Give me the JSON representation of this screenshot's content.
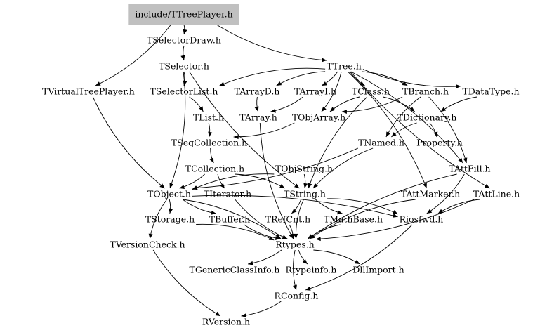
{
  "colors": {
    "root_fill": "#c0c0c0",
    "edge": "#000000",
    "background": "#ffffff"
  },
  "nodes": [
    {
      "id": "TTreePlayer",
      "label": "include/TTreePlayer.h",
      "root": true
    },
    {
      "id": "TSelectorDraw",
      "label": "TSelectorDraw.h"
    },
    {
      "id": "TSelector",
      "label": "TSelector.h"
    },
    {
      "id": "TTree",
      "label": "TTree.h"
    },
    {
      "id": "TVirtualTreePlayer",
      "label": "TVirtualTreePlayer.h"
    },
    {
      "id": "TSelectorList",
      "label": "TSelectorList.h"
    },
    {
      "id": "TArrayD",
      "label": "TArrayD.h"
    },
    {
      "id": "TArrayI",
      "label": "TArrayI.h"
    },
    {
      "id": "TClass",
      "label": "TClass.h"
    },
    {
      "id": "TBranch",
      "label": "TBranch.h"
    },
    {
      "id": "TDataType",
      "label": "TDataType.h"
    },
    {
      "id": "TList",
      "label": "TList.h"
    },
    {
      "id": "TArray",
      "label": "TArray.h"
    },
    {
      "id": "TObjArray",
      "label": "TObjArray.h"
    },
    {
      "id": "TDictionary",
      "label": "TDictionary.h"
    },
    {
      "id": "TSeqCollection",
      "label": "TSeqCollection.h"
    },
    {
      "id": "TNamed",
      "label": "TNamed.h"
    },
    {
      "id": "Property",
      "label": "Property.h"
    },
    {
      "id": "TCollection",
      "label": "TCollection.h"
    },
    {
      "id": "TObjString",
      "label": "TObjString.h"
    },
    {
      "id": "TAttFill",
      "label": "TAttFill.h"
    },
    {
      "id": "TObject",
      "label": "TObject.h"
    },
    {
      "id": "TIterator",
      "label": "TIterator.h"
    },
    {
      "id": "TString",
      "label": "TString.h"
    },
    {
      "id": "TAttMarker",
      "label": "TAttMarker.h"
    },
    {
      "id": "TAttLine",
      "label": "TAttLine.h"
    },
    {
      "id": "TStorage",
      "label": "TStorage.h"
    },
    {
      "id": "TBuffer",
      "label": "TBuffer.h"
    },
    {
      "id": "TRefCnt",
      "label": "TRefCnt.h"
    },
    {
      "id": "TMathBase",
      "label": "TMathBase.h"
    },
    {
      "id": "Riosfwd",
      "label": "Riosfwd.h"
    },
    {
      "id": "TVersionCheck",
      "label": "TVersionCheck.h"
    },
    {
      "id": "Rtypes",
      "label": "Rtypes.h"
    },
    {
      "id": "TGenericClassInfo",
      "label": "TGenericClassInfo.h"
    },
    {
      "id": "Rtypeinfo",
      "label": "Rtypeinfo.h"
    },
    {
      "id": "DllImport",
      "label": "DllImport.h"
    },
    {
      "id": "RConfig",
      "label": "RConfig.h"
    },
    {
      "id": "RVersion",
      "label": "RVersion.h"
    }
  ],
  "edges": [
    [
      "TTreePlayer",
      "TSelectorDraw"
    ],
    [
      "TTreePlayer",
      "TTree"
    ],
    [
      "TTreePlayer",
      "TVirtualTreePlayer"
    ],
    [
      "TSelectorDraw",
      "TSelector"
    ],
    [
      "TSelector",
      "TSelectorList"
    ],
    [
      "TSelector",
      "TString"
    ],
    [
      "TSelector",
      "TObject"
    ],
    [
      "TTree",
      "TArrayD"
    ],
    [
      "TTree",
      "TArrayI"
    ],
    [
      "TTree",
      "TClass"
    ],
    [
      "TTree",
      "TBranch"
    ],
    [
      "TTree",
      "TDataType"
    ],
    [
      "TTree",
      "TObjArray"
    ],
    [
      "TTree",
      "TSelectorList"
    ],
    [
      "TTree",
      "TAttFill"
    ],
    [
      "TTree",
      "TAttLine"
    ],
    [
      "TTree",
      "TAttMarker"
    ],
    [
      "TVirtualTreePlayer",
      "TObject"
    ],
    [
      "TSelectorList",
      "TList"
    ],
    [
      "TArrayD",
      "TArray"
    ],
    [
      "TArrayI",
      "TArray"
    ],
    [
      "TClass",
      "TObjArray"
    ],
    [
      "TClass",
      "TDictionary"
    ],
    [
      "TClass",
      "TString"
    ],
    [
      "TBranch",
      "TObjArray"
    ],
    [
      "TBranch",
      "TNamed"
    ],
    [
      "TBranch",
      "TAttFill"
    ],
    [
      "TDataType",
      "TDictionary"
    ],
    [
      "TList",
      "TSeqCollection"
    ],
    [
      "TArray",
      "Rtypes"
    ],
    [
      "TObjArray",
      "TSeqCollection"
    ],
    [
      "TDictionary",
      "TNamed"
    ],
    [
      "TDictionary",
      "Property"
    ],
    [
      "TSeqCollection",
      "TCollection"
    ],
    [
      "TNamed",
      "TObject"
    ],
    [
      "TNamed",
      "TString"
    ],
    [
      "TCollection",
      "TObject"
    ],
    [
      "TCollection",
      "TIterator"
    ],
    [
      "TCollection",
      "TString"
    ],
    [
      "TObjString",
      "TObject"
    ],
    [
      "TObjString",
      "TString"
    ],
    [
      "TAttFill",
      "Rtypes"
    ],
    [
      "TAttFill",
      "Riosfwd"
    ],
    [
      "TAttMarker",
      "Rtypes"
    ],
    [
      "TAttLine",
      "Rtypes"
    ],
    [
      "TAttLine",
      "Riosfwd"
    ],
    [
      "TObject",
      "TStorage"
    ],
    [
      "TObject",
      "TVersionCheck"
    ],
    [
      "TObject",
      "Riosfwd"
    ],
    [
      "TObject",
      "TBuffer"
    ],
    [
      "TObject",
      "Rtypes"
    ],
    [
      "TIterator",
      "Rtypes"
    ],
    [
      "TString",
      "TRefCnt"
    ],
    [
      "TString",
      "TMathBase"
    ],
    [
      "TString",
      "Riosfwd"
    ],
    [
      "TString",
      "Rtypes"
    ],
    [
      "TStorage",
      "Rtypes"
    ],
    [
      "TBuffer",
      "Rtypes"
    ],
    [
      "TRefCnt",
      "Rtypes"
    ],
    [
      "TMathBase",
      "Rtypes"
    ],
    [
      "Riosfwd",
      "RConfig"
    ],
    [
      "TVersionCheck",
      "RVersion"
    ],
    [
      "Rtypes",
      "TGenericClassInfo"
    ],
    [
      "Rtypes",
      "Rtypeinfo"
    ],
    [
      "Rtypes",
      "DllImport"
    ],
    [
      "Rtypes",
      "RConfig"
    ],
    [
      "RConfig",
      "RVersion"
    ]
  ]
}
